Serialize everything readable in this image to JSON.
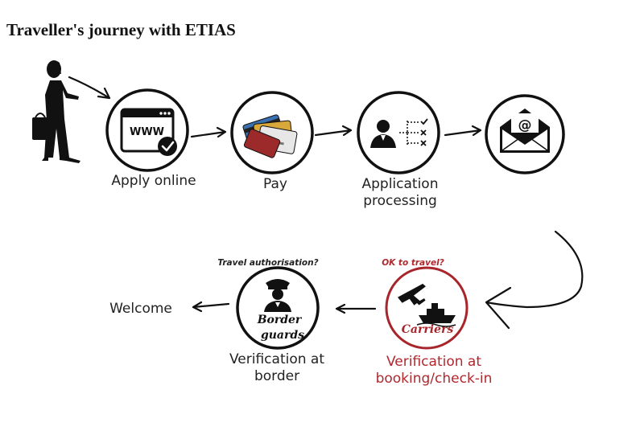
{
  "title": "Traveller's journey with ETIAS",
  "steps": {
    "apply": {
      "label": "Apply online",
      "icon_text": "WWW",
      "icon": "browser-check-icon"
    },
    "pay": {
      "label": "Pay",
      "icon": "credit-cards-icon"
    },
    "processing": {
      "label_line1": "Application",
      "label_line2": "processing",
      "icon": "person-checklist-icon"
    },
    "email": {
      "icon_text": "@",
      "icon": "email-envelope-icon"
    },
    "carriers": {
      "note": "OK to travel?",
      "icon_text": "Carriers",
      "label_line1": "Verification at",
      "label_line2": "booking/check-in",
      "icon": "plane-ship-icon"
    },
    "border": {
      "note": "Travel authorisation?",
      "icon_text_line1": "Border",
      "icon_text_line2": "guards",
      "label_line1": "Verification at",
      "label_line2": "border",
      "icon": "border-officer-icon"
    },
    "welcome": {
      "label": "Welcome"
    }
  },
  "colors": {
    "ink": "#111111",
    "accent_red": "#a7252b"
  }
}
